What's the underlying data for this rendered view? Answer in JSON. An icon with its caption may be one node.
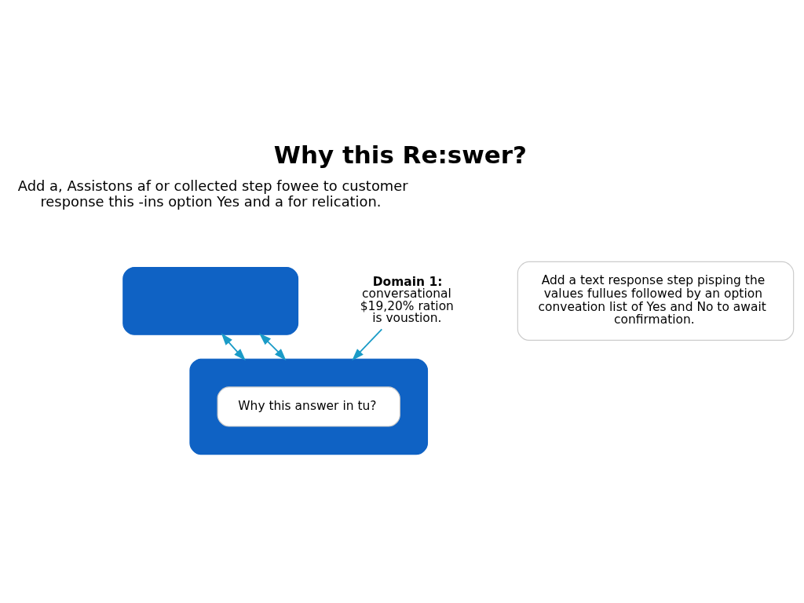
{
  "diagram": {
    "title": "Why this Re:swer?",
    "nodes": [
      {
        "text": [],
        "shape": "box"
      },
      {
        "text": [
          "Add a text response step pisping the values fullues followed by an option conveation list of Yes and No to await confirmation."
        ]
      },
      {
        "text": [],
        "shape": "box"
      },
      {
        "text": [
          "Why this answer in tu?"
        ],
        "in": 2
      },
      {
        "text": [
          "Domain 1:",
          "conversational $19,20% ration is voustion."
        ]
      }
    ],
    "edges": [
      {
        "from": 2,
        "to": 0,
        "arrow": "both"
      },
      {
        "from": 0,
        "to": 2,
        "arrow": "both"
      },
      {
        "from": 4,
        "to": 2,
        "arrow": "to"
      }
    ],
    "labels": [
      "Add a, Assistons af or collected step fowee to customer response this -ins option Yes and a for relication."
    ]
  }
}
